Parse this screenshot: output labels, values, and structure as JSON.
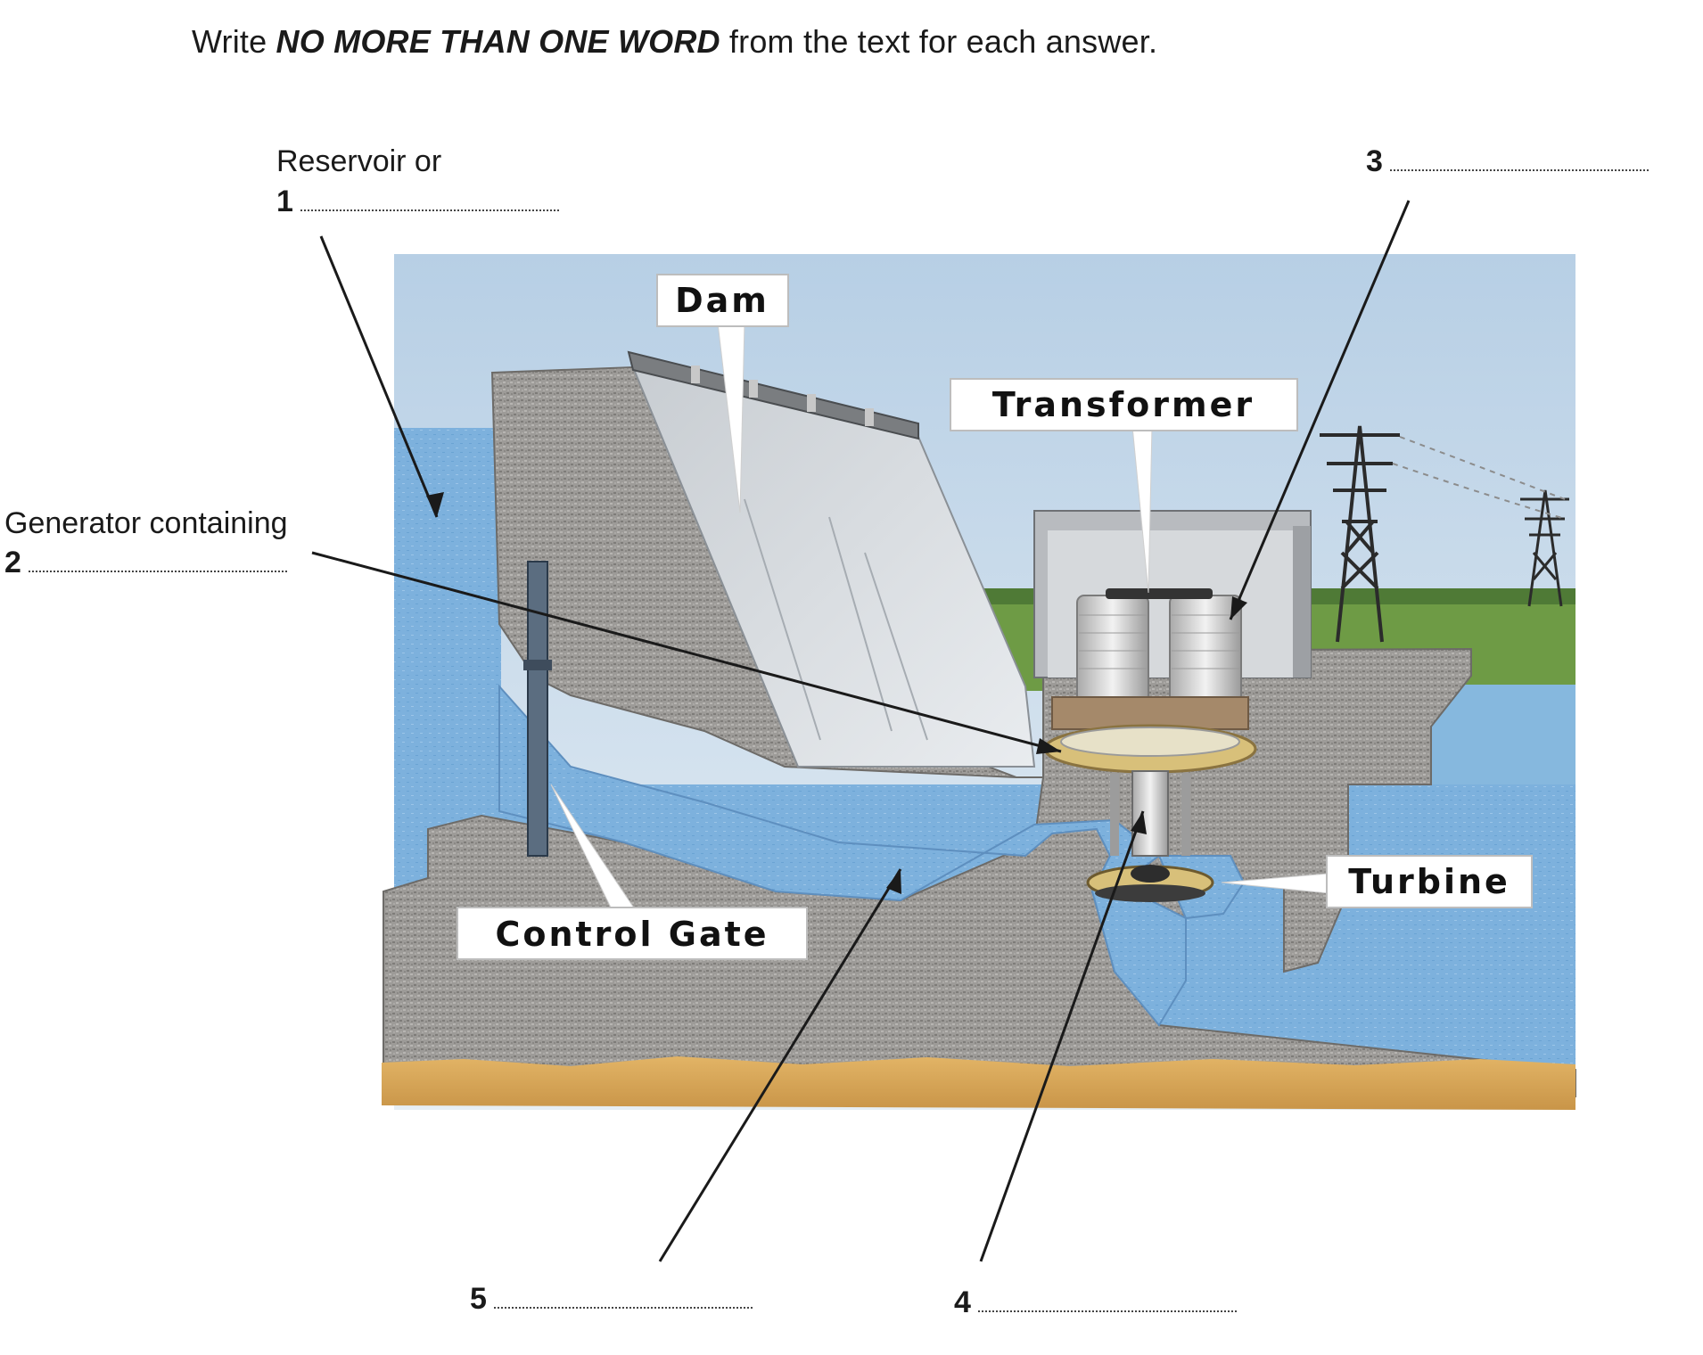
{
  "instruction": {
    "prefix": "Write ",
    "emphasis": "NO MORE THAN ONE WORD",
    "suffix": " from the text for each answer."
  },
  "questions": {
    "q1": {
      "prefix": "Reservoir or",
      "number": "1"
    },
    "q2": {
      "prefix": "Generator containing",
      "number": "2"
    },
    "q3": {
      "number": "3"
    },
    "q4": {
      "number": "4"
    },
    "q5": {
      "number": "5"
    }
  },
  "callouts": {
    "dam": "Dam",
    "transformer": "Transformer",
    "control_gate": "Control Gate",
    "turbine": "Turbine"
  },
  "colors": {
    "sky": "#c9dcec",
    "water": "#7fb2de",
    "concrete": "#9a9896",
    "ground": "#d9a85c",
    "grass": "#6e9b45",
    "generator_ring": "#d8c07a"
  }
}
